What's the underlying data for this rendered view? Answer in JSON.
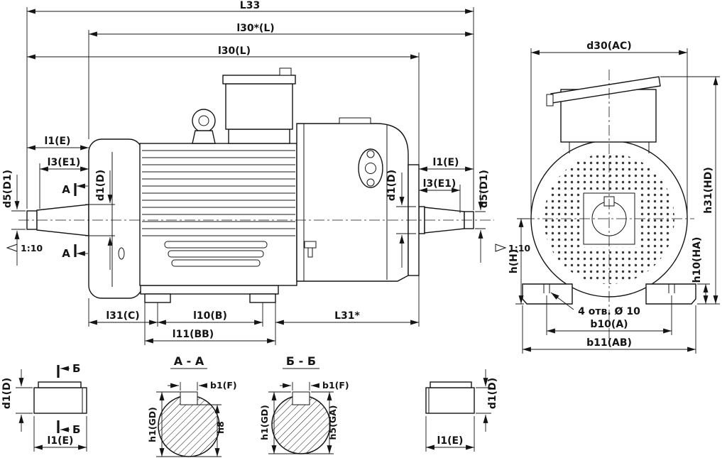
{
  "meta": {
    "bg": "#ffffff",
    "ink": "#141414"
  },
  "side_view": {
    "top_dims": {
      "L33": "L33",
      "l30_star": "l30*(L)",
      "l30": "l30(L)"
    },
    "left_shaft": {
      "l1": "l1(E)",
      "l3": "l3(E1)",
      "d5": "d5(D1)",
      "d1": "d1(D)",
      "section_mark": "А",
      "taper": "1:10"
    },
    "right_shaft": {
      "l1": "l1(E)",
      "l3": "l3(E1)",
      "d5": "d5(D1)",
      "d1": "d1(D)",
      "taper": "1:10"
    },
    "bottom_dims": {
      "l31": "l31(C)",
      "l10": "l10(B)",
      "l11": "l11(BB)",
      "L31_star": "L31*"
    }
  },
  "front_view": {
    "d30": "d30(AC)",
    "h31": "h31(HD)",
    "h": "h(H)",
    "h10": "h10(HA)",
    "holes_note": "4 отв. Ø 10",
    "b10": "b10(A)",
    "b11": "b11(AB)"
  },
  "shaft_end_left": {
    "d1": "d1(D)",
    "section_mark": "Б",
    "l1": "l1(E)"
  },
  "section_aa": {
    "title": "А - А",
    "b1": "b1(F)",
    "h8": "h8",
    "h1": "h1(GD)"
  },
  "section_bb": {
    "title": "Б - Б",
    "b1": "b1(F)",
    "h5": "h5(GA)",
    "h1": "h1(GD)"
  },
  "shaft_end_right": {
    "d1": "d1(D)",
    "l1": "l1(E)"
  }
}
